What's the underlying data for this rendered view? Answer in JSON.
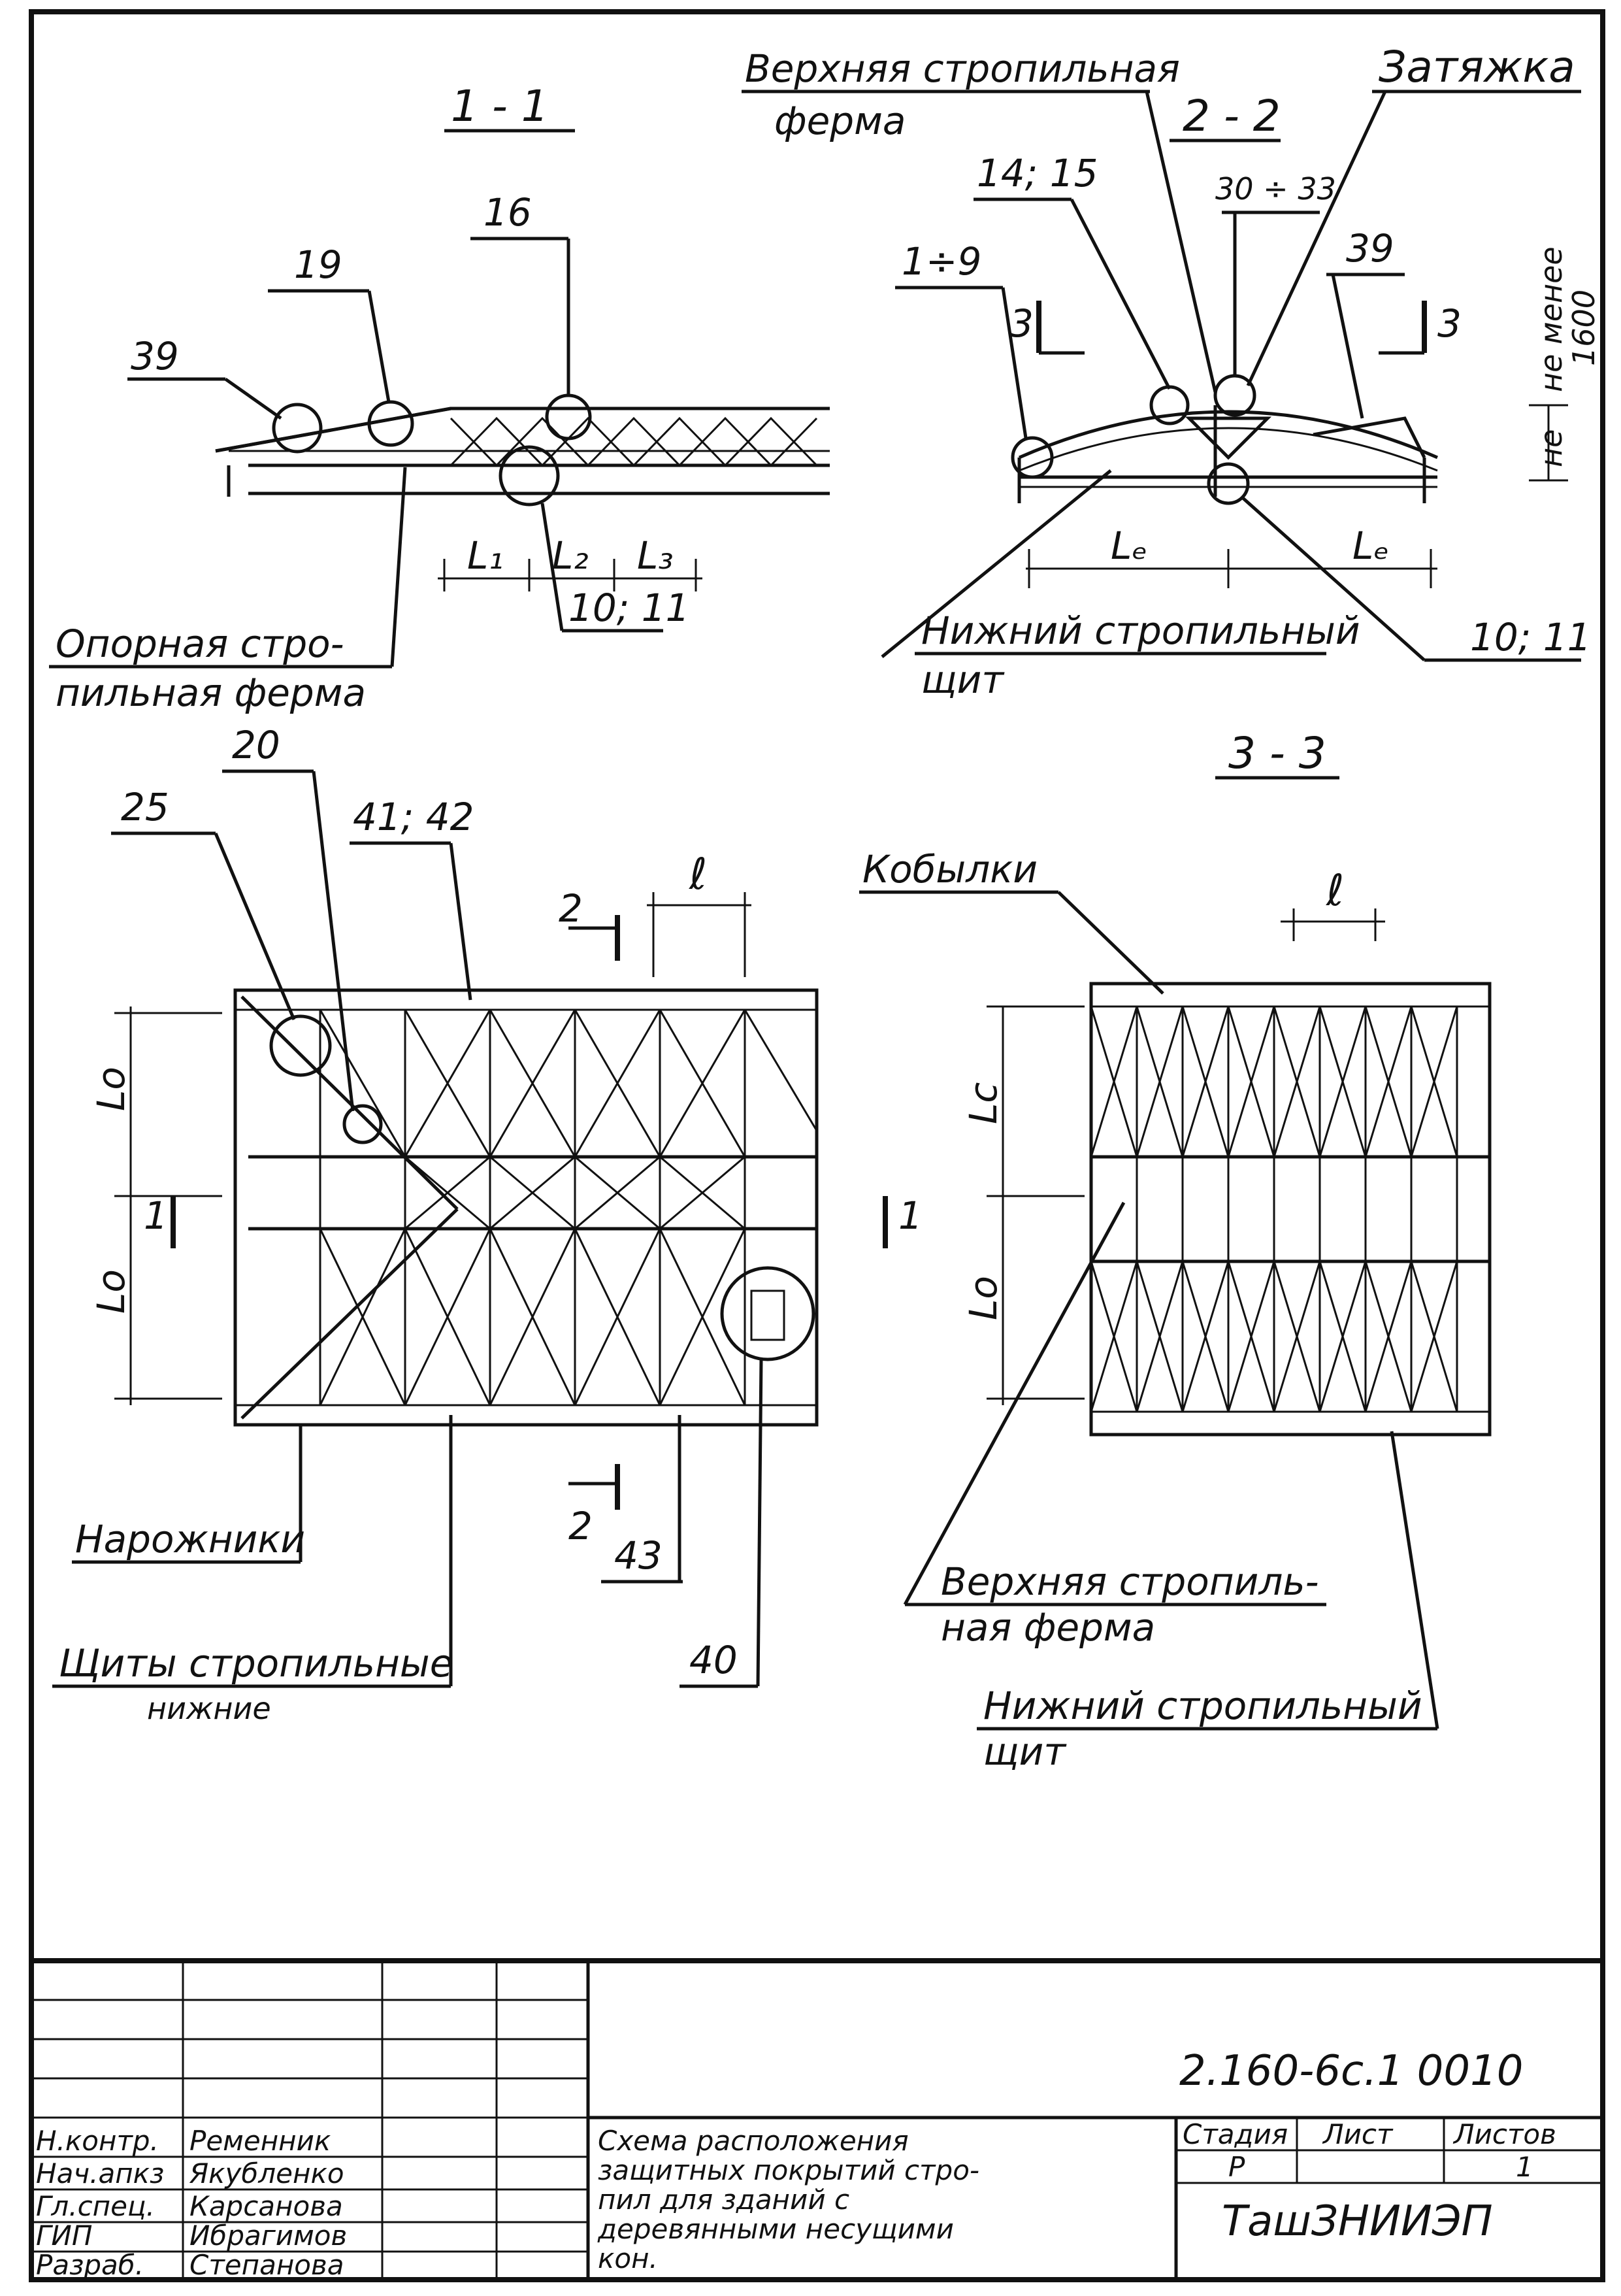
{
  "sections": {
    "s11": {
      "title": "1 - 1"
    },
    "s22": {
      "title": "2 - 2"
    },
    "s33": {
      "title": "3 - 3"
    }
  },
  "labels": {
    "upper_truss": [
      "Верхняя стропильная",
      "ферма"
    ],
    "tie": "Затяжка",
    "support_truss": [
      "Опорная стро-",
      "пильная ферма"
    ],
    "lower_panel_22": [
      "Нижний стропильный",
      "щит"
    ],
    "kobylki": "Кобылки",
    "narozhniki": "Нарожники",
    "lower_panels": [
      "Щиты стропильные",
      "нижние"
    ],
    "upper_truss_33": [
      "Верхняя стропиль-",
      "ная ферма"
    ],
    "lower_panel_33": [
      "Нижний стропильный",
      "щит"
    ],
    "not_less": [
      "не менее",
      "1600"
    ],
    "not": "не"
  },
  "marks": {
    "m39a": "39",
    "m19": "19",
    "m16": "16",
    "m1011a": "10; 11",
    "m1415": "14; 15",
    "m19r": "1÷9",
    "m3033": "30 ÷ 33",
    "m39b": "39",
    "m1011b": "10; 11",
    "m3a": "3",
    "m3b": "3",
    "m20": "20",
    "m25": "25",
    "m4142": "41; 42",
    "m2a": "2",
    "m2b": "2",
    "m1a": "1",
    "m1b": "1",
    "m43": "43",
    "m40": "40"
  },
  "dims": {
    "L1": "L₁",
    "L2": "L₂",
    "L3": "L₃",
    "Le": "Lₑ",
    "Le2": "Lₑ",
    "l1": "ℓ",
    "l2": "ℓ",
    "Lo1": "Lo",
    "Lo2": "Lo",
    "Lo3": "Lc",
    "Lo4": "Lo"
  },
  "title_block": {
    "code": "2.160-6с.1   0010",
    "rows": [
      {
        "role": "Н.контр.",
        "name": "Ременник"
      },
      {
        "role": "Нач.апкз",
        "name": "Якубленко"
      },
      {
        "role": "Гл.спец.",
        "name": "Карсанова"
      },
      {
        "role": "ГИП",
        "name": "Ибрагимов"
      },
      {
        "role": "Разраб.",
        "name": "Степанова"
      }
    ],
    "description": [
      "Схема расположения",
      "защитных покрытий стро-",
      "пил для зданий с",
      "деревянными несущими",
      "кон."
    ],
    "stage_hdr": "Стадия",
    "sheet_hdr": "Лист",
    "sheets_hdr": "Листов",
    "stage": "Р",
    "sheet": "",
    "sheets": "1",
    "org": "ТашЗНИИЭП"
  }
}
